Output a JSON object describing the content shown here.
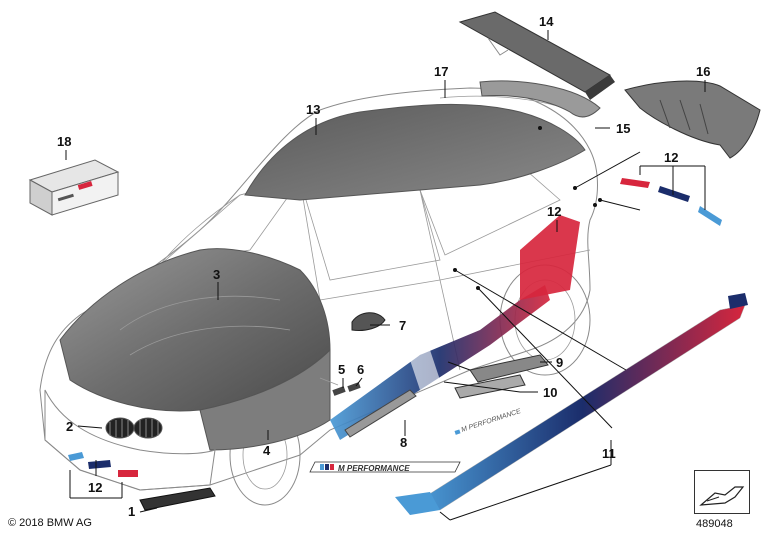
{
  "diagram": {
    "copyright": "© 2018 BMW AG",
    "document_number": "489048",
    "badge_text": "M PERFORMANCE",
    "small_badge_text": "M PERFORMANCE",
    "callouts": [
      "1",
      "2",
      "3",
      "4",
      "5",
      "6",
      "7",
      "8",
      "9",
      "10",
      "11",
      "12",
      "12",
      "12",
      "13",
      "14",
      "15",
      "16",
      "17",
      "18"
    ],
    "colors": {
      "carbon": "#6e6e6e",
      "carbon_dark": "#4a4a4a",
      "m_light_blue": "#4a9ad6",
      "m_dark_blue": "#1b2d6b",
      "m_red": "#d7263d",
      "outline": "#8a8a8a"
    }
  }
}
